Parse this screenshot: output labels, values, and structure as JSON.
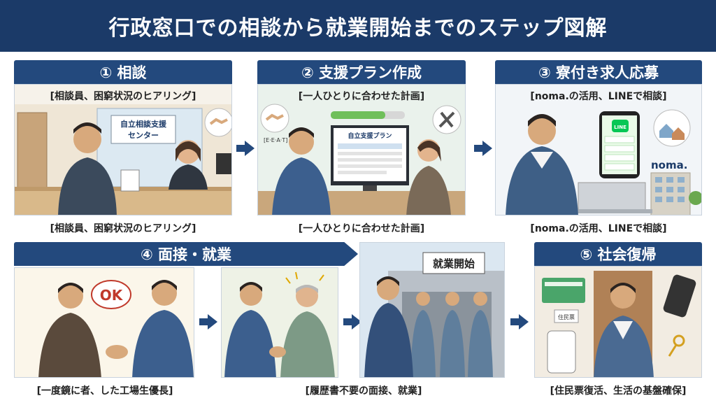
{
  "title": "行政窓口での相談から就業開始までのステップ図解",
  "steps": [
    {
      "header": "① 相談",
      "panel_caption": "[相談員、困窮状況のヒアリング]",
      "sign": [
        "自立相談支援",
        "センター"
      ],
      "caption": "[相談員、困窮状況のヒアリング]"
    },
    {
      "header": "② 支援プラン作成",
      "panel_caption": "[一人ひとりに合わせた計画]",
      "eeat_label": "[E·E·A·T]",
      "document_title": "自立支援プラン",
      "caption": "[一人ひとりに合わせた計画]"
    },
    {
      "header": "③ 寮付き求人応募",
      "panel_caption": "[noma.の活用、LINEで相談]",
      "line_label": "LINE",
      "brand": "noma.",
      "caption": "[noma.の活用、LINEで相談]"
    },
    {
      "header": "④ 面接・就業",
      "ok_label": "OK",
      "sign": "就業開始",
      "caption_left": "[一度鏡に者、した工場生優長]",
      "caption_right": "[履歴書不要の面接、就業]"
    },
    {
      "header": "⑤ 社会復帰",
      "card_label": "住民票",
      "caption": "[住民票復活、生活の基盤確保]"
    }
  ],
  "colors": {
    "header_bg": "#1b3a68",
    "step_header_bg": "#23497d",
    "line_green": "#06c755",
    "suit_dark": "#3b4a5c",
    "workwear_blue": "#3c5f8e"
  }
}
